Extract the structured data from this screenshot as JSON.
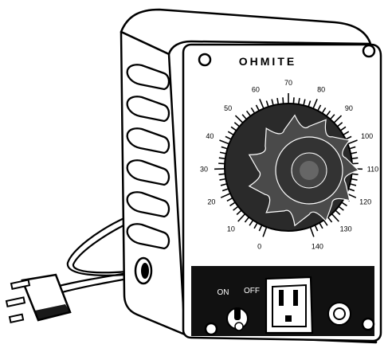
{
  "device": {
    "brand": "OHMITE",
    "switch_on_label": "ON",
    "switch_off_label": "OFF",
    "dial_scale": [
      "0",
      "10",
      "20",
      "30",
      "40",
      "50",
      "60",
      "70",
      "80",
      "90",
      "100",
      "110",
      "120",
      "130",
      "140"
    ]
  },
  "colors": {
    "outline": "#000000",
    "body": "#ffffff",
    "knob_dark": "#2a2a2a",
    "knob_mid": "#4a4a4a",
    "panel_bottom": "#111111"
  }
}
